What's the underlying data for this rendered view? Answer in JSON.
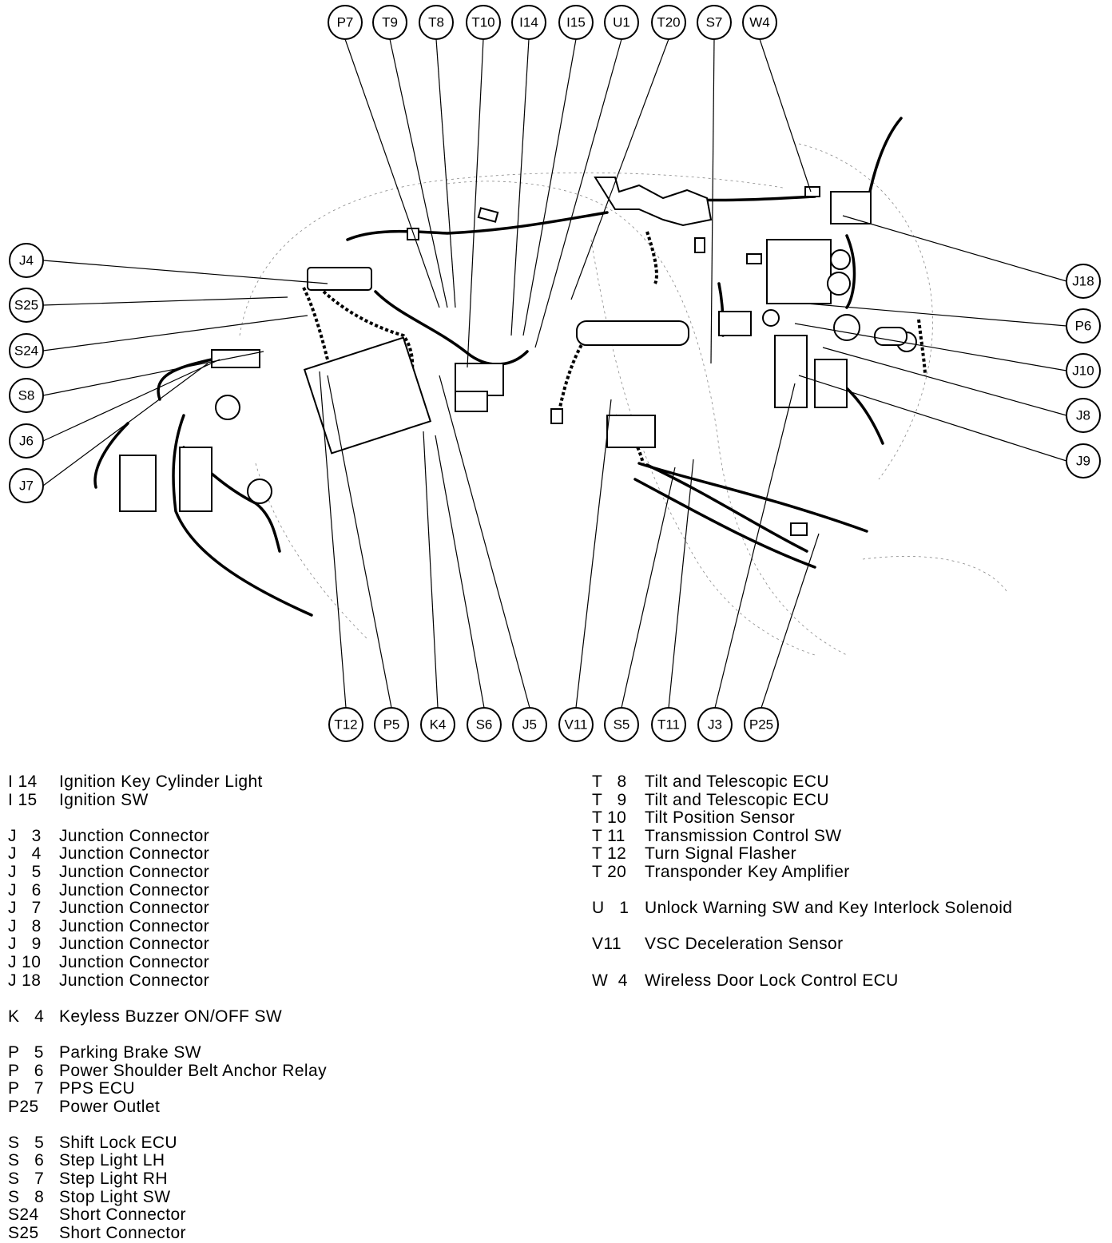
{
  "callouts_top": [
    {
      "id": "P7",
      "to": [
        550,
        385
      ]
    },
    {
      "id": "T9",
      "to": [
        560,
        385
      ]
    },
    {
      "id": "T8",
      "to": [
        570,
        385
      ]
    },
    {
      "id": "T10",
      "to": [
        585,
        460
      ]
    },
    {
      "id": "I14",
      "to": [
        640,
        420
      ]
    },
    {
      "id": "I15",
      "to": [
        655,
        420
      ]
    },
    {
      "id": "U1",
      "to": [
        670,
        435
      ]
    },
    {
      "id": "T20",
      "to": [
        715,
        375
      ]
    },
    {
      "id": "S7",
      "to": [
        890,
        455
      ]
    },
    {
      "id": "W4",
      "to": [
        1015,
        240
      ]
    }
  ],
  "callouts_bottom": [
    {
      "id": "T12",
      "to": [
        400,
        465
      ]
    },
    {
      "id": "P5",
      "to": [
        410,
        470
      ]
    },
    {
      "id": "K4",
      "to": [
        530,
        540
      ]
    },
    {
      "id": "S6",
      "to": [
        545,
        545
      ]
    },
    {
      "id": "J5",
      "to": [
        550,
        470
      ]
    },
    {
      "id": "V11",
      "to": [
        765,
        500
      ]
    },
    {
      "id": "S5",
      "to": [
        845,
        585
      ]
    },
    {
      "id": "T11",
      "to": [
        868,
        575
      ]
    },
    {
      "id": "J3",
      "to": [
        995,
        480
      ]
    },
    {
      "id": "P25",
      "to": [
        1025,
        668
      ]
    }
  ],
  "callouts_left": [
    {
      "id": "J4",
      "to": [
        410,
        355
      ]
    },
    {
      "id": "S25",
      "to": [
        360,
        372
      ]
    },
    {
      "id": "S24",
      "to": [
        385,
        395
      ]
    },
    {
      "id": "S8",
      "to": [
        330,
        440
      ]
    },
    {
      "id": "J6",
      "to": [
        275,
        450
      ]
    },
    {
      "id": "J7",
      "to": [
        260,
        455
      ]
    }
  ],
  "callouts_right": [
    {
      "id": "J18",
      "to": [
        1055,
        270
      ]
    },
    {
      "id": "P6",
      "to": [
        1010,
        380
      ]
    },
    {
      "id": "J10",
      "to": [
        995,
        405
      ]
    },
    {
      "id": "J8",
      "to": [
        1030,
        435
      ]
    },
    {
      "id": "J9",
      "to": [
        1000,
        470
      ]
    }
  ],
  "legend_left": [
    {
      "code": "I 14",
      "desc": "Ignition Key Cylinder Light"
    },
    {
      "code": "I 15",
      "desc": "Ignition SW"
    },
    {
      "gap": true
    },
    {
      "code": "J   3",
      "desc": "Junction Connector"
    },
    {
      "code": "J   4",
      "desc": "Junction Connector"
    },
    {
      "code": "J   5",
      "desc": "Junction Connector"
    },
    {
      "code": "J   6",
      "desc": "Junction Connector"
    },
    {
      "code": "J   7",
      "desc": "Junction Connector"
    },
    {
      "code": "J   8",
      "desc": "Junction Connector"
    },
    {
      "code": "J   9",
      "desc": "Junction Connector"
    },
    {
      "code": "J 10",
      "desc": "Junction Connector"
    },
    {
      "code": "J 18",
      "desc": "Junction Connector"
    },
    {
      "gap": true
    },
    {
      "code": "K   4",
      "desc": "Keyless Buzzer ON/OFF SW"
    },
    {
      "gap": true
    },
    {
      "code": "P   5",
      "desc": "Parking Brake SW"
    },
    {
      "code": "P   6",
      "desc": "Power Shoulder Belt Anchor Relay"
    },
    {
      "code": "P   7",
      "desc": "PPS ECU"
    },
    {
      "code": "P25",
      "desc": "Power Outlet"
    },
    {
      "gap": true
    },
    {
      "code": "S   5",
      "desc": "Shift Lock ECU"
    },
    {
      "code": "S   6",
      "desc": "Step Light LH"
    },
    {
      "code": "S   7",
      "desc": "Step Light RH"
    },
    {
      "code": "S   8",
      "desc": "Stop Light SW"
    },
    {
      "code": "S24",
      "desc": "Short Connector"
    },
    {
      "code": "S25",
      "desc": "Short Connector"
    }
  ],
  "legend_right": [
    {
      "code": "T   8",
      "desc": "Tilt and Telescopic ECU"
    },
    {
      "code": "T   9",
      "desc": "Tilt and Telescopic ECU"
    },
    {
      "code": "T 10",
      "desc": "Tilt Position Sensor"
    },
    {
      "code": "T 11",
      "desc": "Transmission Control SW"
    },
    {
      "code": "T 12",
      "desc": "Turn Signal Flasher"
    },
    {
      "code": "T 20",
      "desc": "Transponder Key Amplifier"
    },
    {
      "gap": true
    },
    {
      "code": "U   1",
      "desc": "Unlock Warning SW and Key Interlock Solenoid"
    },
    {
      "gap": true
    },
    {
      "code": "V11",
      "desc": "VSC Deceleration Sensor"
    },
    {
      "gap": true
    },
    {
      "code": "W  4",
      "desc": "Wireless Door Lock Control ECU"
    }
  ]
}
